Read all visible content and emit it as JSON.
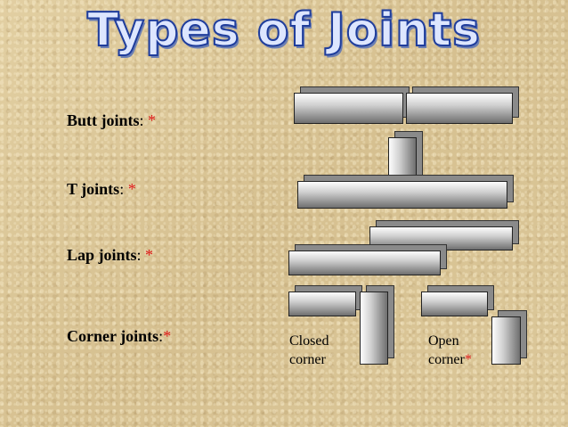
{
  "title": "Types of Joints",
  "labels": {
    "butt": {
      "name": "Butt joints",
      "sep": ": ",
      "star": "*"
    },
    "t": {
      "name": "T joints",
      "sep": ": ",
      "star": "*"
    },
    "lap": {
      "name": "Lap joints",
      "sep": ": ",
      "star": "*"
    },
    "corner": {
      "name": "Corner joints",
      "sep": ":",
      "star": "*"
    }
  },
  "captions": {
    "closed": {
      "line1": "Closed",
      "line2": "corner"
    },
    "open": {
      "line1": "Open",
      "line2": "corner",
      "star": "*"
    }
  },
  "colors": {
    "title_fill": "#dde6ff",
    "title_outline": "#1f3d9c",
    "star": "#e01b1b",
    "background": "#dcc89a"
  }
}
